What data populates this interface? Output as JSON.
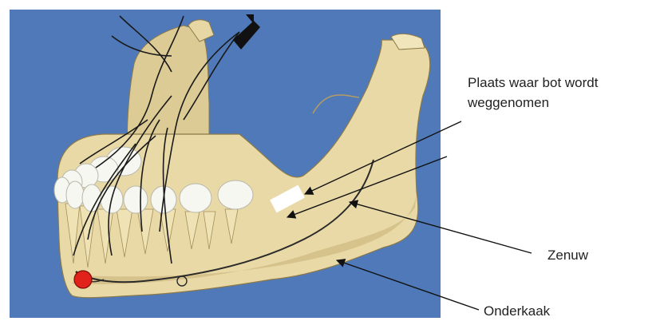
{
  "labels": {
    "bone_removal_line1": "Plaats waar bot wordt",
    "bone_removal_line2": "weggenomen",
    "nerve": "Zenuw",
    "lower_jaw": "Onderkaak"
  },
  "colors": {
    "background_panel": "#4f79b8",
    "bone": "#e9d9a6",
    "bone_shadow": "#c9b27a",
    "tooth": "#f7f7f2",
    "nerve": "#1a1a1a",
    "marker": "#e0221b",
    "arrow": "#111111"
  },
  "icons": {
    "red_marker": "red-dot-marker",
    "bone_window": "white-rectangle-marker"
  }
}
